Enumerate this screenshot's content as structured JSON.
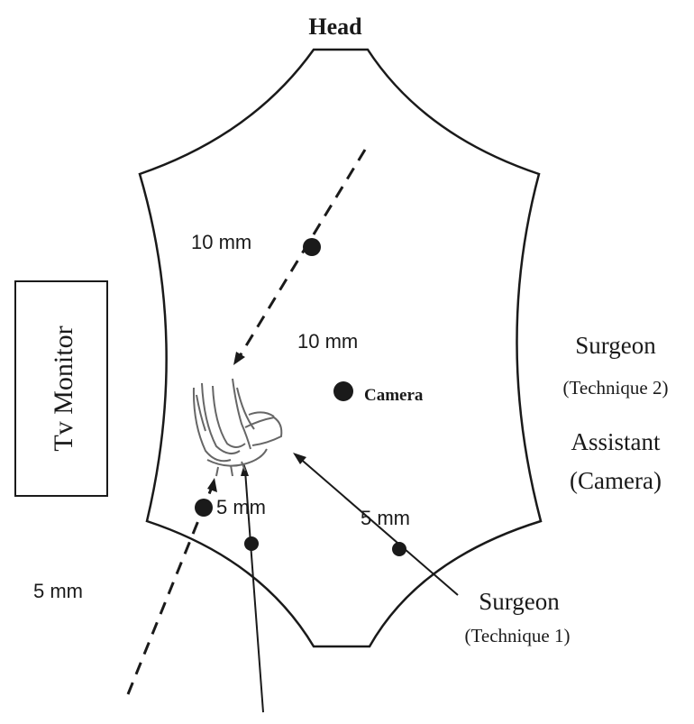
{
  "diagram": {
    "head_label": "Head",
    "monitor_label": "Tv Monitor",
    "port_labels": {
      "upper_10mm": "10 mm",
      "center_10mm": "10 mm",
      "camera": "Camera",
      "lower_5mm": "5 mm",
      "right_5mm": "5 mm",
      "left_5mm": "5 mm"
    },
    "roles": {
      "surgeon_t2": "Surgeon",
      "technique2": "(Technique 2)",
      "assistant": "Assistant",
      "assistant_camera": "(Camera)",
      "surgeon_t1": "Surgeon",
      "technique1": "(Technique 1)"
    },
    "colors": {
      "ink": "#1a1a1a",
      "background": "#ffffff",
      "organ": "#666666"
    }
  }
}
